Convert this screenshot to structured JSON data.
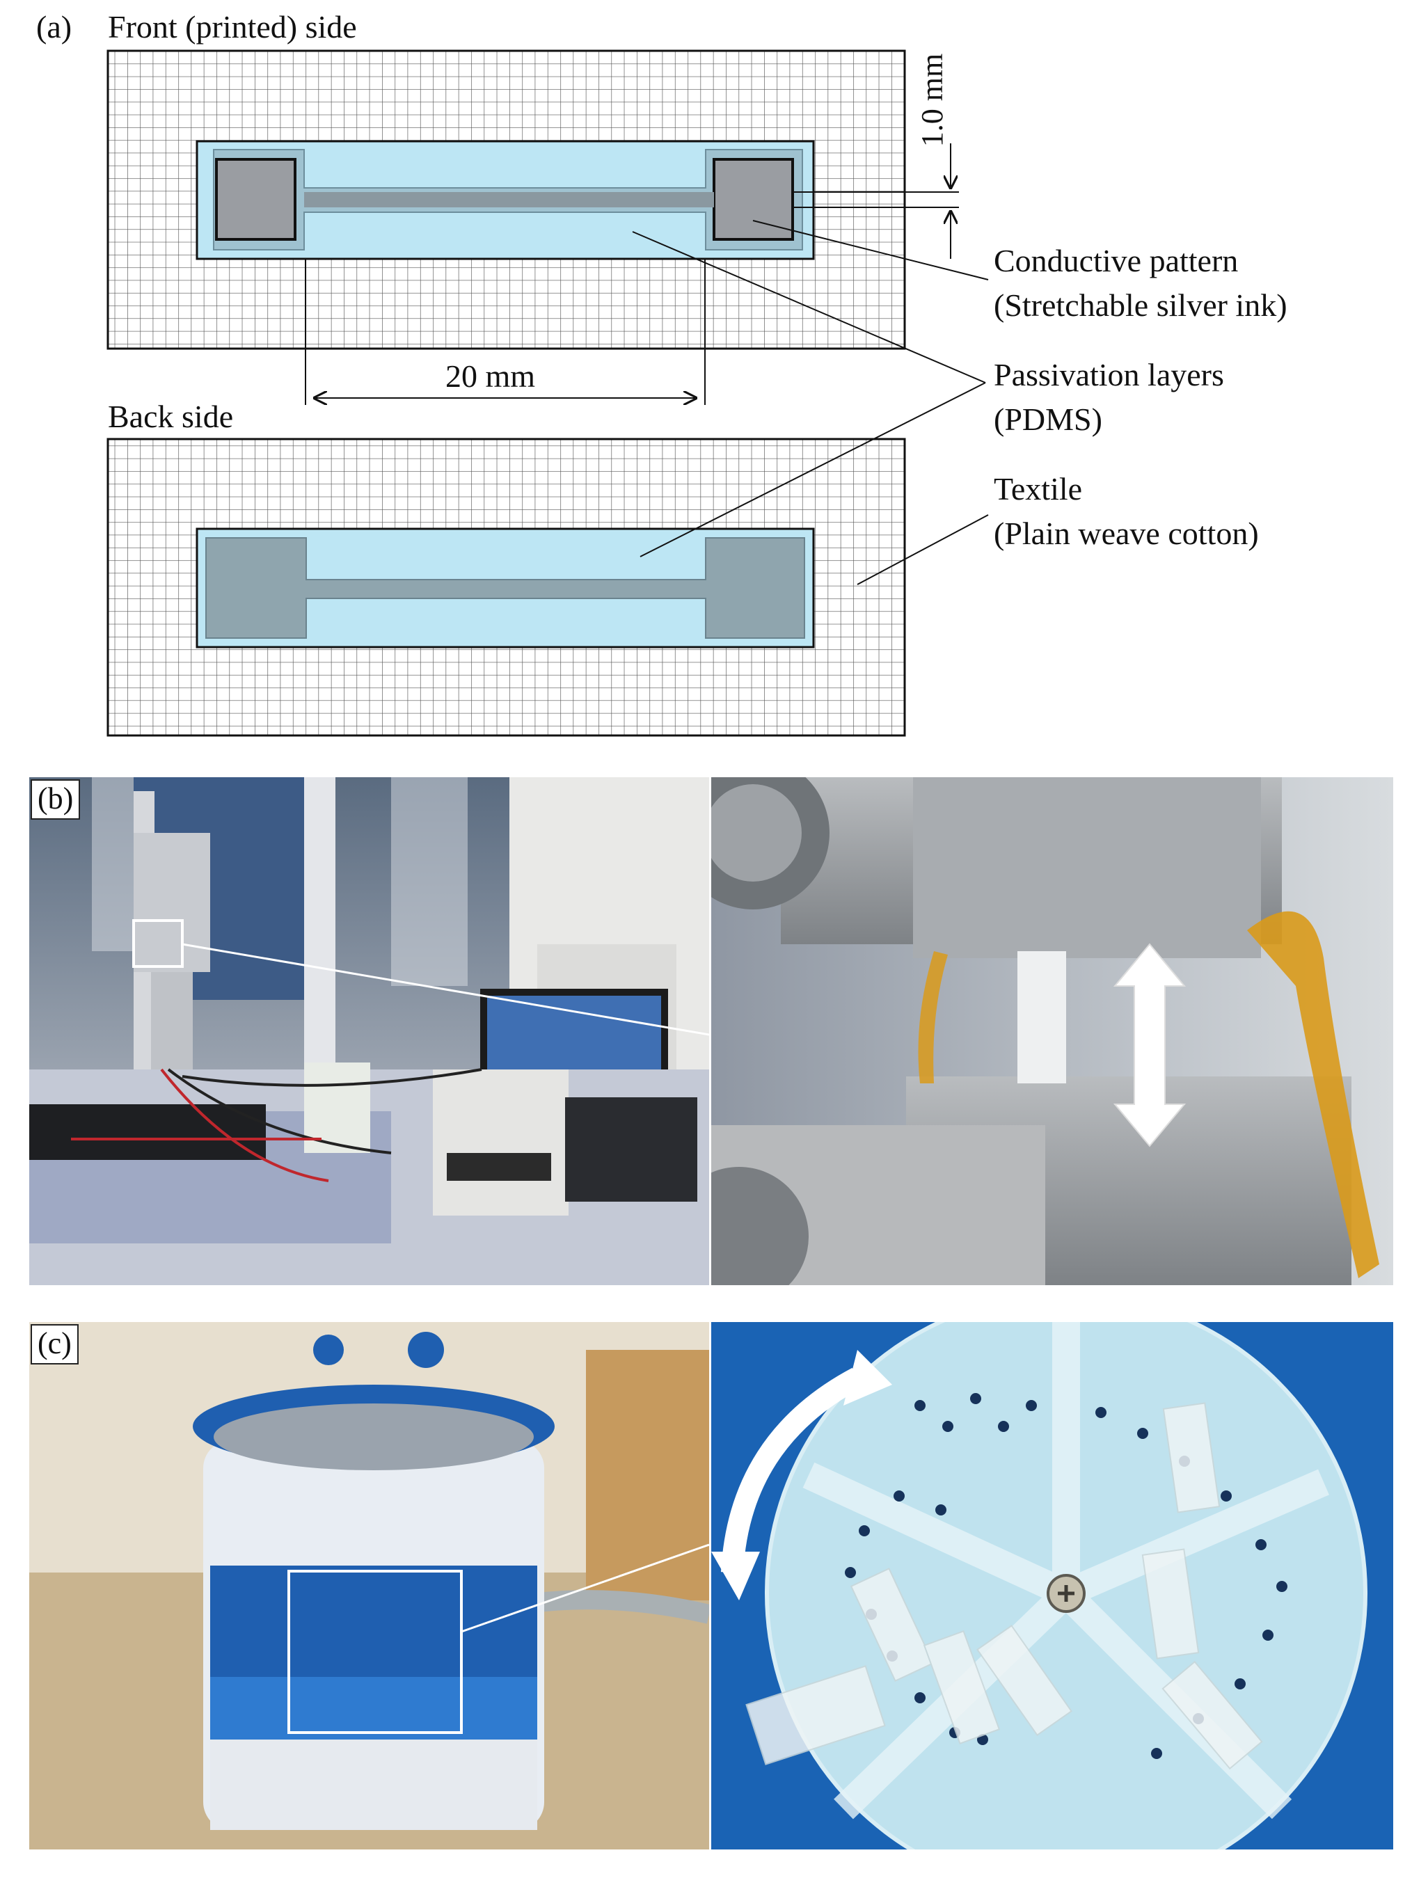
{
  "panel_a": {
    "label": "(a)",
    "front_title": "Front (printed) side",
    "back_title": "Back side",
    "dim_thickness": "1.0 mm",
    "dim_length": "20 mm",
    "callouts": {
      "conductive_line1": "Conductive pattern",
      "conductive_line2": "(Stretchable silver ink)",
      "passivation_line1": "Passivation layers",
      "passivation_line2": "(PDMS)",
      "textile_line1": "Textile",
      "textile_line2": "(Plain weave cotton)"
    },
    "colors": {
      "passivation": "#bde6f4",
      "passivation_edge": "#9fc8d8",
      "conductive": "#9aa0a6",
      "conductive_back": "#8fa7b2",
      "grid": "#444444"
    }
  },
  "panel_b": {
    "label": "(b)"
  },
  "panel_c": {
    "label": "(c)"
  }
}
